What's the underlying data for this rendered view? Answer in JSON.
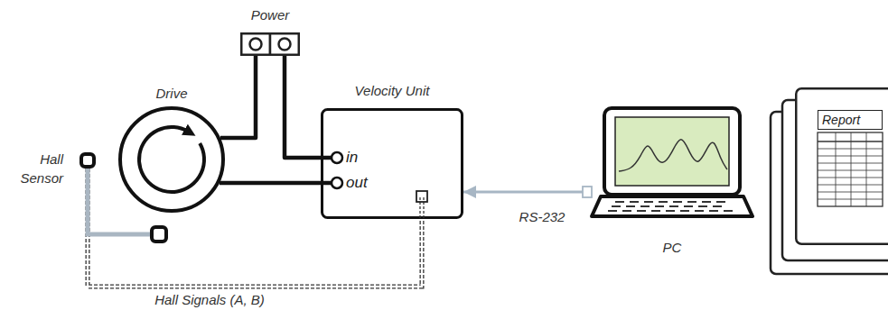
{
  "diagram": {
    "nodes": [
      {
        "text": [
          "Power"
        ]
      },
      {
        "text": [
          "Hall Sensor"
        ]
      },
      {
        "text": [
          "Drive"
        ]
      },
      {
        "text": [
          "Velocity Unit"
        ]
      },
      {
        "text": [
          "PC"
        ]
      },
      {
        "text": [
          "Report"
        ]
      }
    ],
    "edges": [
      {
        "from": 0,
        "to": 2,
        "arrow": "none"
      },
      {
        "from": 0,
        "to": 3,
        "arrow": "none"
      },
      {
        "from": 2,
        "to": 3,
        "arrow": "none"
      },
      {
        "from": 1,
        "to": 3,
        "label": "Hall Signals (A, B)",
        "arrow": "none"
      },
      {
        "from": 4,
        "to": 3,
        "label": "RS-232",
        "arrow": "to"
      }
    ],
    "labels": [
      "in",
      "out"
    ]
  }
}
